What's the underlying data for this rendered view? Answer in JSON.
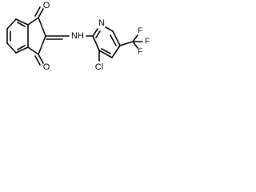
{
  "molecule": {
    "labels": {
      "O_top": "O",
      "O_bottom": "O",
      "NH": "NH",
      "N_ring": "N",
      "Cl": "Cl",
      "F1": "F",
      "F2": "F",
      "F3": "F"
    },
    "colors": {
      "bond": "#000000",
      "text": "#000000",
      "background": "#ffffff"
    }
  }
}
